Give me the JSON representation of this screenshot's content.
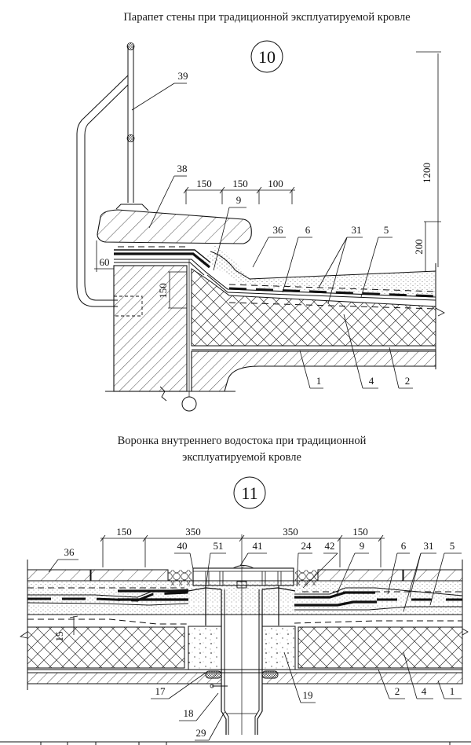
{
  "detail10": {
    "title": "Парапет стены при традиционной эксплуатируемой кровле",
    "number": "10",
    "dimensions": {
      "top_widths": [
        "150",
        "150",
        "100"
      ],
      "rail_height": "1200",
      "parapet_rise": "200",
      "overhang": "60",
      "flashing_height": "150"
    },
    "callouts": [
      "39",
      "38",
      "9",
      "36",
      "6",
      "31",
      "5",
      "1",
      "4",
      "2"
    ]
  },
  "detail11": {
    "title_line1": "Воронка внутреннего водостока при традиционной",
    "title_line2": "эксплуатируемой кровле",
    "number": "11",
    "dimensions": {
      "top_widths": [
        "150",
        "350",
        "350",
        "150"
      ],
      "slope_offset": "15"
    },
    "callouts": [
      "36",
      "40",
      "51",
      "41",
      "24",
      "42",
      "9",
      "6",
      "31",
      "5",
      "17",
      "18",
      "29",
      "19",
      "2",
      "4",
      "1"
    ]
  }
}
